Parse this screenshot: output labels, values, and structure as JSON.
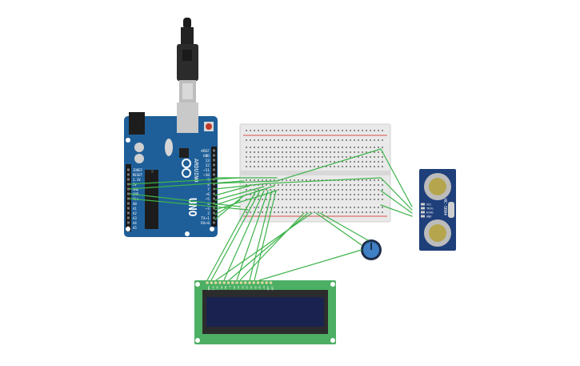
{
  "colors": {
    "arduino_board": "#1f5f99",
    "breadboard": "#e9e9e9",
    "wire": "#3db34a",
    "sensor_board": "#1e3f7a",
    "lcd_board": "#4caf63",
    "lcd_screen": "#1a2350",
    "pot_knob": "#3f7fc4"
  },
  "arduino": {
    "brand": "ARDUINO",
    "model": "UNO",
    "pin_labels": [
      "AREF",
      "GND",
      "13",
      "12",
      "~11",
      "~10",
      "~9",
      "8",
      "7",
      "~6",
      "~5",
      "4",
      "~3",
      "2",
      "TX→1",
      "RX←0"
    ],
    "power_labels": [
      "IOREF",
      "RESET",
      "3.3V",
      "5V",
      "GND",
      "GND",
      "Vin"
    ],
    "analog_labels": [
      "A0",
      "A1",
      "A2",
      "A3",
      "A4",
      "A5"
    ]
  },
  "sensor": {
    "model": "HC-SR04",
    "pin_labels": [
      "VCC",
      "TRIG",
      "ECHO",
      "GND"
    ]
  },
  "lcd": {
    "pin_labels": [
      "GND",
      "VCC",
      "V0",
      "RS",
      "RW",
      "E",
      "D0",
      "D1",
      "D2",
      "D3",
      "D4",
      "D5",
      "D6",
      "D7",
      "LED",
      "LED"
    ]
  },
  "potentiometer": {}
}
